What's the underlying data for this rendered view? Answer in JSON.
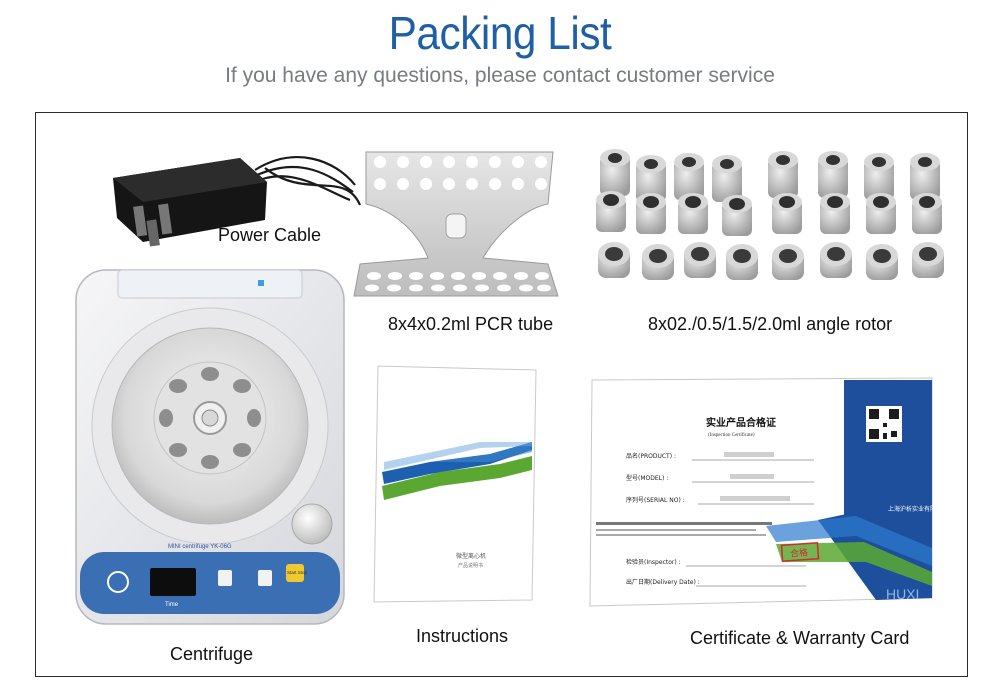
{
  "header": {
    "title": "Packing List",
    "subtitle": "If you have any questions, please contact customer service"
  },
  "items": [
    {
      "id": "power-cable",
      "label": "Power Cable"
    },
    {
      "id": "pcr-tube",
      "label": "8x4x0.2ml PCR tube"
    },
    {
      "id": "angle-rotor",
      "label": "8x02./0.5/1.5/2.0ml angle rotor"
    },
    {
      "id": "centrifuge",
      "label": "Centrifuge"
    },
    {
      "id": "instructions",
      "label": "Instructions"
    },
    {
      "id": "certificate",
      "label": "Certificate & Warranty Card"
    }
  ],
  "centrifuge_panel": {
    "model": "MINI centrifuge YK-06G",
    "time_label": "Time",
    "start_label": "Start Stop"
  },
  "instructions_booklet": {
    "line1": "微型离心机",
    "line2": "产品说明书"
  },
  "certificate_card": {
    "title_cn": "实业产品合格证",
    "title_en": "(Inspection Certificate)",
    "field_product": "品名(PRODUCT) :",
    "field_model": "型号(MODEL) :",
    "field_serial": "序列号(SERIAL NO) :",
    "field_inspector": "检验员(Inspector) :",
    "field_date": "出厂日期(Delivery Date) :",
    "stamp": "合格",
    "brand": "HUXI",
    "company": "上海沪析实业有限公司"
  },
  "colors": {
    "title": "#1f5fa6",
    "subtitle": "#777c80",
    "card_blue": "#1d4f9c",
    "booklet_green": "#5aa832",
    "booklet_blue": "#1d5fb0",
    "stamp_red": "#d42a2a"
  }
}
